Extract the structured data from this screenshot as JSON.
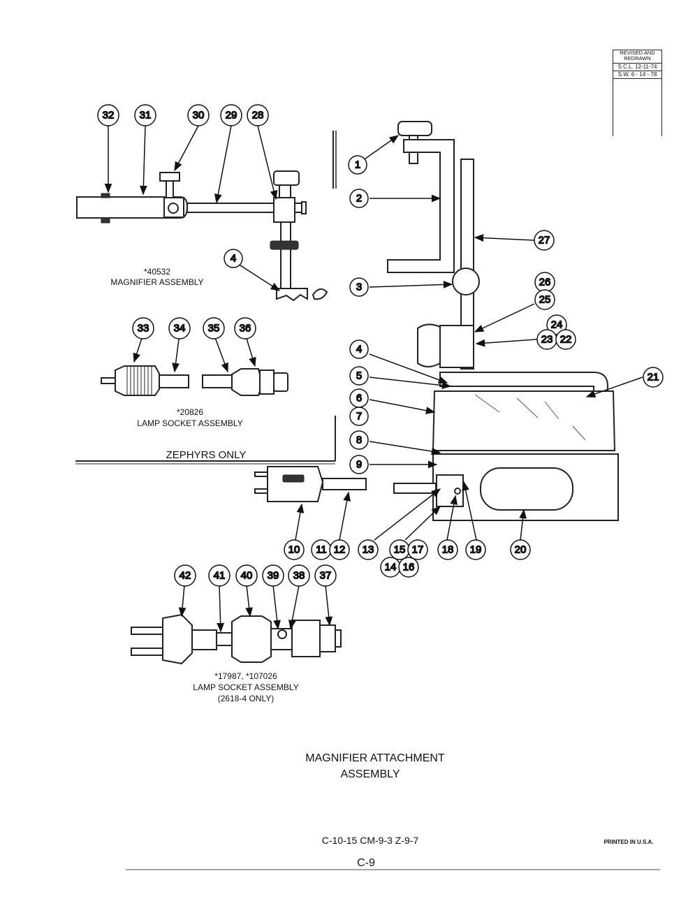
{
  "revision_block": {
    "header": "REVISED AND REDRAWN",
    "line1": "S.C.L. 12-11-74",
    "line2": "S.W. 6 - 14 - 78"
  },
  "assemblies": {
    "magnifier": {
      "number": "*40532",
      "name": "MAGNIFIER ASSEMBLY"
    },
    "lamp_socket_zephyr": {
      "number": "*20826",
      "name": "LAMP SOCKET ASSEMBLY"
    },
    "zephyrs_only": "ZEPHYRS ONLY",
    "lamp_socket_2618": {
      "number": "*17987, *107026",
      "name": "LAMP SOCKET ASSEMBLY",
      "note": "(2618-4 ONLY)"
    }
  },
  "title": {
    "line1": "MAGNIFIER ATTACHMENT",
    "line2": "ASSEMBLY"
  },
  "footer": {
    "model_codes": "C-10-15  CM-9-3  Z-9-7",
    "printed": "PRINTED IN U.S.A.",
    "page_number": "C-9"
  },
  "callouts": {
    "c1": "1",
    "c2": "2",
    "c3": "3",
    "c4a": "4",
    "c4b": "4",
    "c5": "5",
    "c6": "6",
    "c7": "7",
    "c8": "8",
    "c9": "9",
    "c10": "10",
    "c11": "11",
    "c12": "12",
    "c13": "13",
    "c14": "14",
    "c15": "15",
    "c16": "16",
    "c17": "17",
    "c18": "18",
    "c19": "19",
    "c20": "20",
    "c21": "21",
    "c22": "22",
    "c23": "23",
    "c24": "24",
    "c25": "25",
    "c26": "26",
    "c27": "27",
    "c28": "28",
    "c29": "29",
    "c30": "30",
    "c31": "31",
    "c32": "32",
    "c33": "33",
    "c34": "34",
    "c35": "35",
    "c36": "36",
    "c37": "37",
    "c38": "38",
    "c39": "39",
    "c40": "40",
    "c41": "41",
    "c42": "42"
  }
}
